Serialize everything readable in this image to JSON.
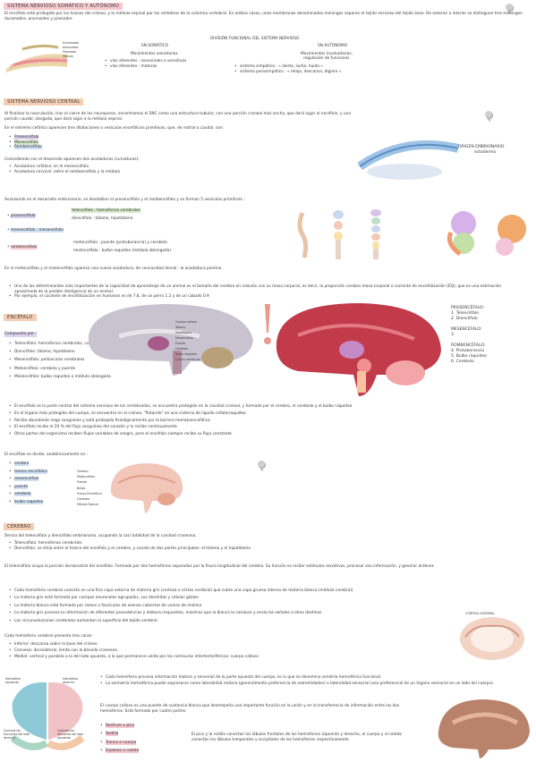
{
  "sec1": {
    "header": "SISTEMA NERVIOSO SOMÁTICO Y AUTÓNOMO",
    "intro": "El encéfalo está protegido por los huesos del cráneo, y la médula espinal por las vértebras de la columna vertebral. En ambos casos, unas membranas denominadas meninges separan el tejido nervioso del tejido óseo. De exterior a interior se distinguen tres meninges: duramadre, aracnoides y piamadre",
    "division_title": "DIVISIÓN FUNCIONAL DEL SISTEMA NERVIOSO",
    "somatico": {
      "title": "SN SOMÁTICO",
      "sub": "Movimientos voluntarios",
      "items": [
        "vías aferentes : sensoriales o sensitivas",
        "vías eferentes : motoras"
      ]
    },
    "autonomo": {
      "title": "SN AUTÓNOMO",
      "sub1": "Movimientos involuntarios,",
      "sub2": "regulación de funciones",
      "items": [
        "sistema simpático : « alerta, lucha, huida »",
        "sistema parasimpático : « relaja, descansa, digiere »"
      ]
    },
    "meninges_labels": [
      "Duramadre",
      "Aracnoides",
      "Piamadre",
      "Médula"
    ]
  },
  "sec2": {
    "header": "SISTEMA NERVIOSO CENTRAL",
    "p1": "Al finalizar la neurulación, tras el cierre de los neuroporos, encontramos el SNC como una estructura tubular, con una porción craneal más ancha, que dará lugar al encéfalo, y una porción caudal, alargada, que dará lugar a la médula espinal.",
    "p2": "En el extremo cefálico aparecen tres dilataciones o vesículas encefálicas primitivas, que, de rostral a caudal, son:",
    "vesicles": [
      "Prosencéfalo",
      "Mesencéfalo",
      "Rombencéfalo"
    ],
    "p3": "Coincidiendo con el desarrollo aparecen dos acodaduras (curvaturas):",
    "curvas": [
      "Acodadura cefálica: en el mesencéfalo",
      "Acodadura cervical: entre el rombencéfalo y la médula"
    ],
    "origen_title": "ORIGEN EMBRIONARIO",
    "origen_sub": "ectodermo",
    "p4": "Avanzando en el desarrollo embrionario, se desdoblan el prosencéfalo y el rombencéfalo y se forman 5 vesículas primitivas :",
    "v5": {
      "prosencefalo": "prosencéfalo",
      "telencefalo": "telencéfalo : hemisferios cerebrales",
      "diencefalo": "diencéfalo : tálamo, hipotálamo",
      "mesencefalo": "mesencéfalo : mesencéfalo",
      "rombencefalo": "rombencéfalo",
      "metencefalo": "metencéfalo : puente (protuberancia) y cerebelo",
      "mielencefalo": "mielencéfalo : bulbo raquídeo (médula oblongada)"
    },
    "p5": "En el metencéfalo y el mielencéfalo aparece una nueva acodadura, de concavidad dorsal : la acodadura pontina",
    "p6": "Uno de los determinantes más importantes de la capacidad de aprendizaje de un animal es el tamaño del cerebro en relación con su masa corporal, es decir, la proporción cerebro masa-corporal o cociente de encefalización (EQ), que es una estimación aproximada de la posible inteligencia de un animal.",
    "p7": "Por ejemplo, el cociente de encefalización en humanos es de 7.8, de un perro 1.2 y de un caballo 0.9"
  },
  "sec3": {
    "header": "ENCÉFALO",
    "compuesto": "Compuesto por :",
    "parts": [
      "Telencéfalo: hemisferios cerebrales, cuerpo calloso",
      "Diencéfalo: tálamo, hipotálamo",
      "Mesencéfalo: pedúnculos cerebrales",
      "Metencéfalo: cerebelo y puente",
      "Mielencéfalo: bulbo raquídeo o médula oblongada"
    ],
    "brain_labels": [
      "Cuerpo calloso",
      "Tálamo",
      "Hipotálamo",
      "Mesencéfalo",
      "Puente",
      "Cerebelo",
      "Bulbo raquídeo",
      "Cuarto ventrículo"
    ],
    "legend": {
      "pros": "PROSENCÉFALO:",
      "pros1": "1. Telencéfalo",
      "pros2": "2. Diencéfalo",
      "mes": "MESENCÉFALO:",
      "mes1": "3",
      "rom": "ROMBENCÉFALO:",
      "rom1": "4. Protuberancia",
      "rom2": "5. Bulbo raquídeo",
      "rom3": "6. Cerebelo"
    },
    "facts": [
      "El encéfalo es la parte central del sistema nervioso de los vertebrados, se encuentra protegido en la cavidad craneal, y formado por el cerebro, el cerebelo y el bulbo raquídeo",
      "Es el órgano más protegido del cuerpo, se encuentra en el cráneo, \"flotando\" en una cisterna de líquido cefalorraquídeo",
      "Recibe abundante riego sanguíneo y está protegido fisiológicamente por la barrera hematoencefálica",
      "El encéfalo recibe el 20 % del flujo sanguíneo del corazón y lo recibe continuamente",
      "Otras partes del organismo reciben flujos variables de sangre, pero el encéfalo siempre recibe su flujo constante"
    ],
    "divide": "El encéfalo se divide, anatómicamente en :",
    "divide_items": [
      "cerebro",
      "tronco encefálico",
      "mesencéfalo",
      "puente",
      "cerebelo",
      "bulbo raquídeo"
    ],
    "small_labels": [
      "Cerebro",
      "Mesencéfalo",
      "Puente",
      "Bulbo",
      "Tronco Encefálico",
      "Cerebelo",
      "Médula Espinal"
    ]
  },
  "sec4": {
    "header": "CEREBRO",
    "p1": "Deriva del telencéfalo y diencéfalo embrionario, ocupando la casi totalidad de la cavidad craneana.",
    "items1": [
      "Telencéfalo: hemisferios cerebrales",
      "Diencéfalo: se sitúa entre el tronco del encéfalo y el cerebro, y consta de dos partes principales: el tálamo y el hipotálamo"
    ],
    "p2": "El telencéfalo ocupa la porción dorsorostral del encéfalo. Formado por dos hemisferios separados por la fisura longitudinal del cerebro. Su función es recibir estímulos sensitivos, procesar esa información, y generar órdenes",
    "items2": [
      "Cada hemisferio cerebral consiste en una fina capa externa de materia gris (corteza o córtex cerebral) que cubre una capa gruesa interna de materia blanca (médula cerebral)",
      "La materia gris está formada por cuerpos neuronales agrupados, sus dendritas y células gliales",
      "La materia blanca está formada por ramos o fascículos de axones cubiertos de vainas de mielina",
      "La materia gris procesa la información de diferentes procedencias y elabora respuestas, mientras que la blanca la conduce y envía las señales a otros destinos",
      "Las circunvoluciones cerebrales aumentan la superficie del tejido cerebral"
    ],
    "caras_title": "Cada hemisferio cerebral presenta tres caras:",
    "caras": [
      "Inferior: descansa sobre la base del cráneo",
      "Convexa: dorsolateral, limita con la bóveda craneana",
      "Medial: vertical y paralela a la del lado opuesto, a la que permanece unida por las comisuras interhemisféricas: cuerpo calloso"
    ],
    "items3": [
      "Cada hemisferio procesa información motora y sensorial de la parte opuesta del cuerpo, es lo que se denomina simetría hemisférica funcional.",
      "La asimetría hemisférica puede expresarse como lateralidad motora (generalmente preferencia de extremidades) o lateralidad sensorial (uso preferencial de un órgano sensorial en un lado del cuerpo)."
    ],
    "p3": "El cuerpo calloso es una puente de sustancia blanca que desempeña una importante función en la unión y en la transferencia de información entre los dos hemisferios. Está formado por cuatro partes:",
    "partes": [
      "Rostrum o pico",
      "Rodilla",
      "Tronco o cuerpo",
      "Esplenio o rodete"
    ],
    "p4": "El pico y la rodilla conectan los lóbulos frontales de los hemisferios izquierdo y derecho, el cuerpo y el rodete conectan los lóbulos temporales y occipitales de los hemisferios respectivamente",
    "hemis_labels": [
      "Hemisferio izquierdo",
      "Hemisferio derecho",
      "Controla las funciones del lado derecho",
      "Controla las funciones del lado izquierdo"
    ],
    "corte_label": "CORTEZA CEREBRAL"
  }
}
